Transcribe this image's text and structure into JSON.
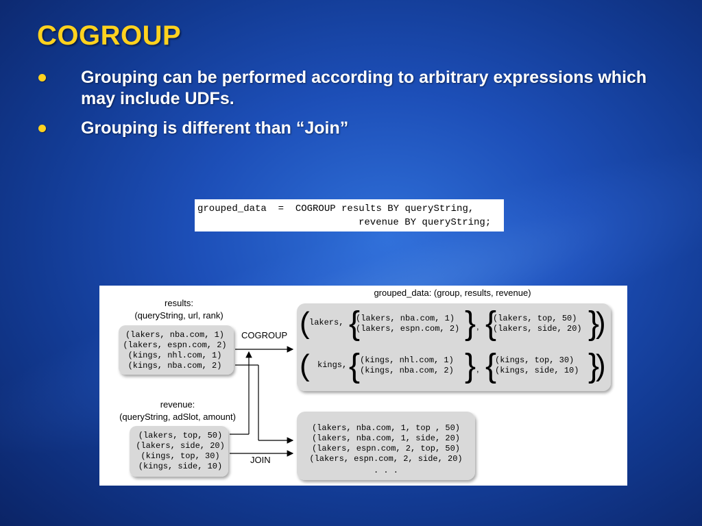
{
  "slide": {
    "title": "COGROUP",
    "bullets": [
      "Grouping can be performed according to arbitrary expressions which may include UDFs.",
      "Grouping is different than “Join”"
    ]
  },
  "code": {
    "line1": "grouped_data  =  COGROUP results BY queryString,",
    "line2": "revenue BY queryString;"
  },
  "figure": {
    "results_title": "results:",
    "results_schema": "(queryString, url, rank)",
    "results_rows": [
      "(lakers, nba.com, 1)",
      "(lakers, espn.com, 2)",
      "(kings, nhl.com, 1)",
      "(kings, nba.com, 2)"
    ],
    "revenue_title": "revenue:",
    "revenue_schema": "(queryString, adSlot, amount)",
    "revenue_rows": [
      "(lakers, top, 50)",
      "(lakers, side, 20)",
      "(kings, top, 30)",
      "(kings, side, 10)"
    ],
    "cogroup_label": "COGROUP",
    "join_label": "JOIN",
    "grouped_title": "grouped_data: (group, results, revenue)",
    "groups": [
      {
        "key": "lakers,",
        "results": [
          "(lakers, nba.com, 1)",
          "(lakers, espn.com, 2)"
        ],
        "revenue": [
          "(lakers, top, 50)",
          "(lakers, side, 20)"
        ]
      },
      {
        "key": "kings,",
        "results": [
          "(kings, nhl.com, 1)",
          "(kings, nba.com, 2)"
        ],
        "revenue": [
          "(kings, top, 30)",
          "(kings, side, 10)"
        ]
      }
    ],
    "join_rows": [
      "(lakers, nba.com, 1, top , 50)",
      "(lakers, nba.com, 1, side, 20)",
      "(lakers, espn.com, 2, top, 50)",
      "(lakers, espn.com, 2, side, 20)",
      ". . ."
    ],
    "comma": ","
  },
  "colors": {
    "title": "#ffd21f",
    "bullet_text": "#ffffff",
    "box_fill": "#d9d9d9"
  }
}
